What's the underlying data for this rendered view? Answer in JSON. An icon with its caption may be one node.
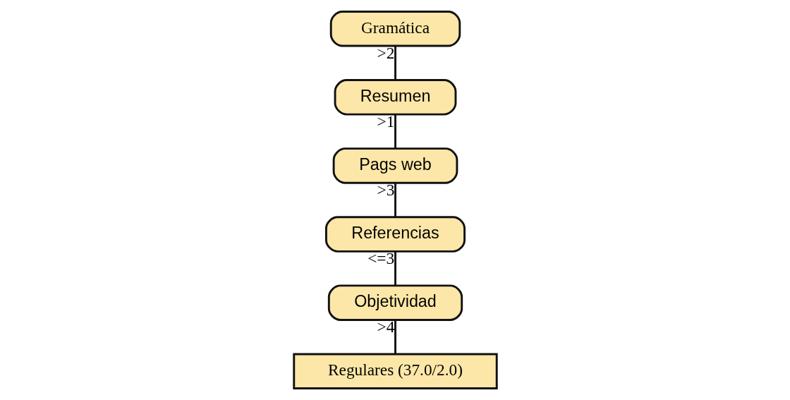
{
  "diagram": {
    "nodes": [
      {
        "text": [
          "Gramática"
        ]
      },
      {
        "text": [
          "Resumen"
        ]
      },
      {
        "text": [
          "Pags web"
        ]
      },
      {
        "text": [
          "Referencias"
        ]
      },
      {
        "text": [
          "Objetividad"
        ]
      },
      {
        "text": [
          "Regulares (37.0/2.0)"
        ]
      }
    ],
    "edges": [
      {
        "from": 0,
        "to": 1,
        "arrow": "none",
        "label": ">2"
      },
      {
        "from": 1,
        "to": 2,
        "arrow": "none",
        "label": ">1"
      },
      {
        "from": 2,
        "to": 3,
        "arrow": "none",
        "label": ">3"
      },
      {
        "from": 3,
        "to": 4,
        "arrow": "none",
        "label": "<=3"
      },
      {
        "from": 4,
        "to": 5,
        "arrow": "none",
        "label": ">4"
      }
    ]
  }
}
